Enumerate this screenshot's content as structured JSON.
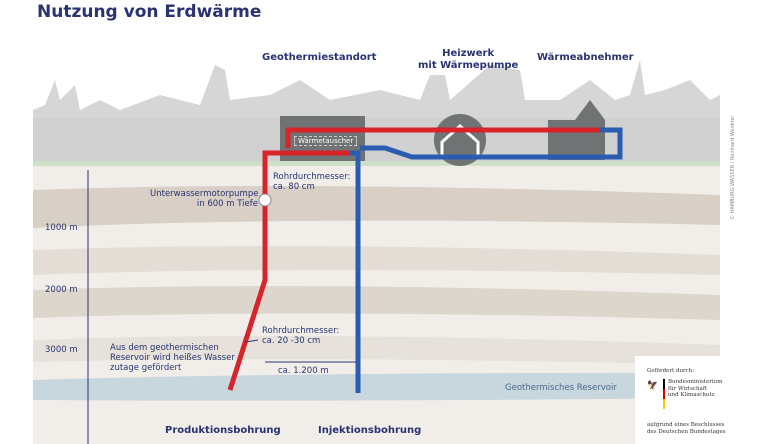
{
  "title": "Nutzung von Erdwärme",
  "headers": {
    "site": "Geothermiestandort",
    "plant_line1": "Heizwerk",
    "plant_line2": "mit Wärmepumpe",
    "consumer": "Wärmeabnehmer"
  },
  "heat_exchanger": "Wärmetauscher",
  "depths": [
    "1000 m",
    "2000 m",
    "3000 m"
  ],
  "labels": {
    "pump_line1": "Unterwassermotorpumpe",
    "pump_line2": "in 600 m Tiefe",
    "diam1_line1": "Rohrdurchmesser:",
    "diam1_line2": "ca. 80 cm",
    "diam2_line1": "Rohrdurchmesser:",
    "diam2_line2": "ca. 20 -30 cm",
    "distance": "ca. 1.200 m",
    "reservoir_line1": "Aus dem geothermischen",
    "reservoir_line2": "Reservoir wird heißes Wasser",
    "reservoir_line3": "zutage gefördert",
    "reservoir": "Geothermisches Reservoir"
  },
  "bottom": {
    "production": "Produktionsbohrung",
    "injection": "Injektionsbohrung"
  },
  "credit": "© HAMBURG WASSER / Reinhard Weidner",
  "sponsor": {
    "intro": "Gefördert durch:",
    "ministry_line1": "Bundesministerium",
    "ministry_line2": "für Wirtschaft",
    "ministry_line3": "und Klimaschutz",
    "note_line1": "aufgrund eines Beschlusses",
    "note_line2": "des Deutschen Bundestages"
  },
  "colors": {
    "hot": "#d7242b",
    "cold": "#2a5db0",
    "navy": "#2a3372"
  }
}
